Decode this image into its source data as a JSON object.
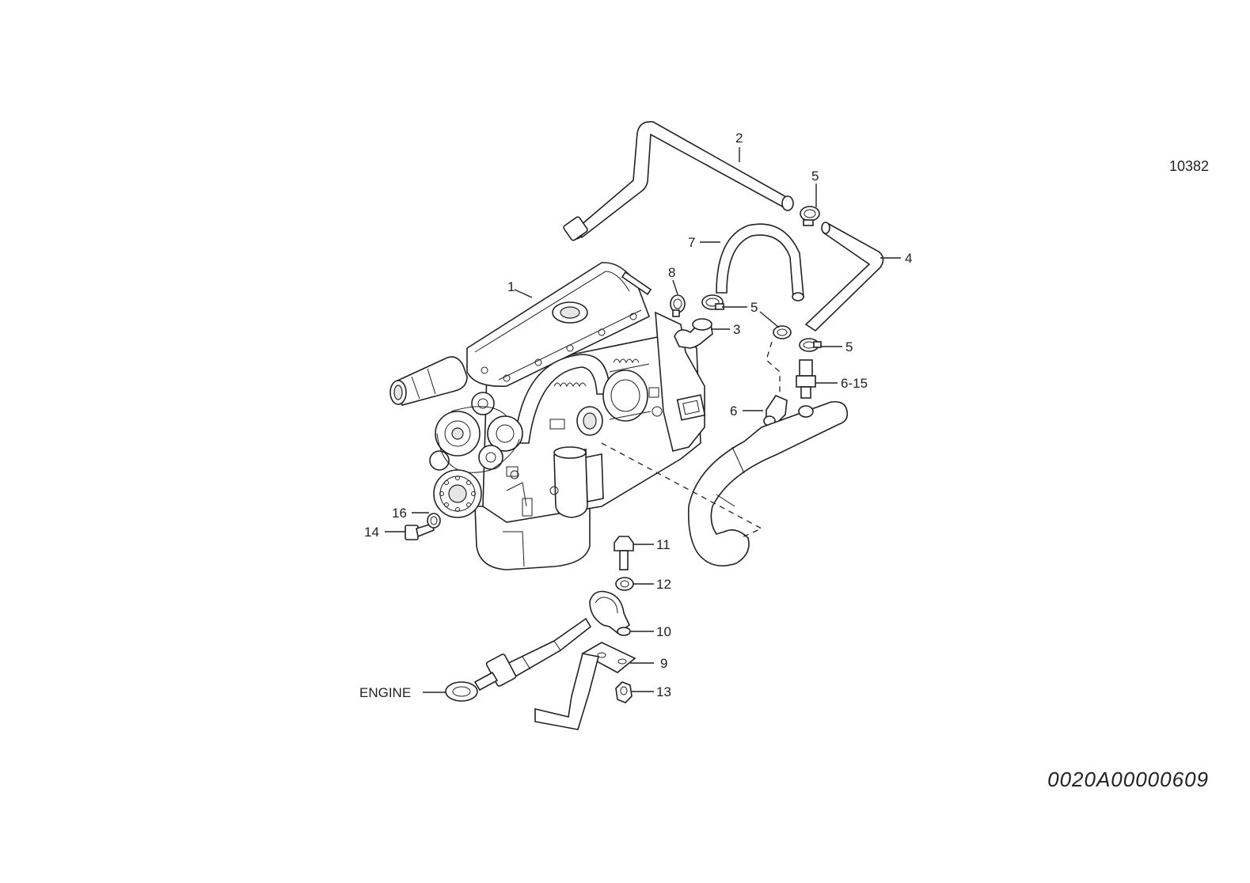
{
  "drawing_code": "10382",
  "figure_code": "0020A00000609",
  "callouts": {
    "c1": "1",
    "c2": "2",
    "c3": "3",
    "c4": "4",
    "c5a": "5",
    "c5b": "5",
    "c5c": "5",
    "c6": "6",
    "c6_15": "6-15",
    "c7": "7",
    "c8": "8",
    "c9": "9",
    "c10": "10",
    "c11": "11",
    "c12": "12",
    "c13": "13",
    "c14": "14",
    "c16": "16",
    "engine": "ENGINE"
  }
}
